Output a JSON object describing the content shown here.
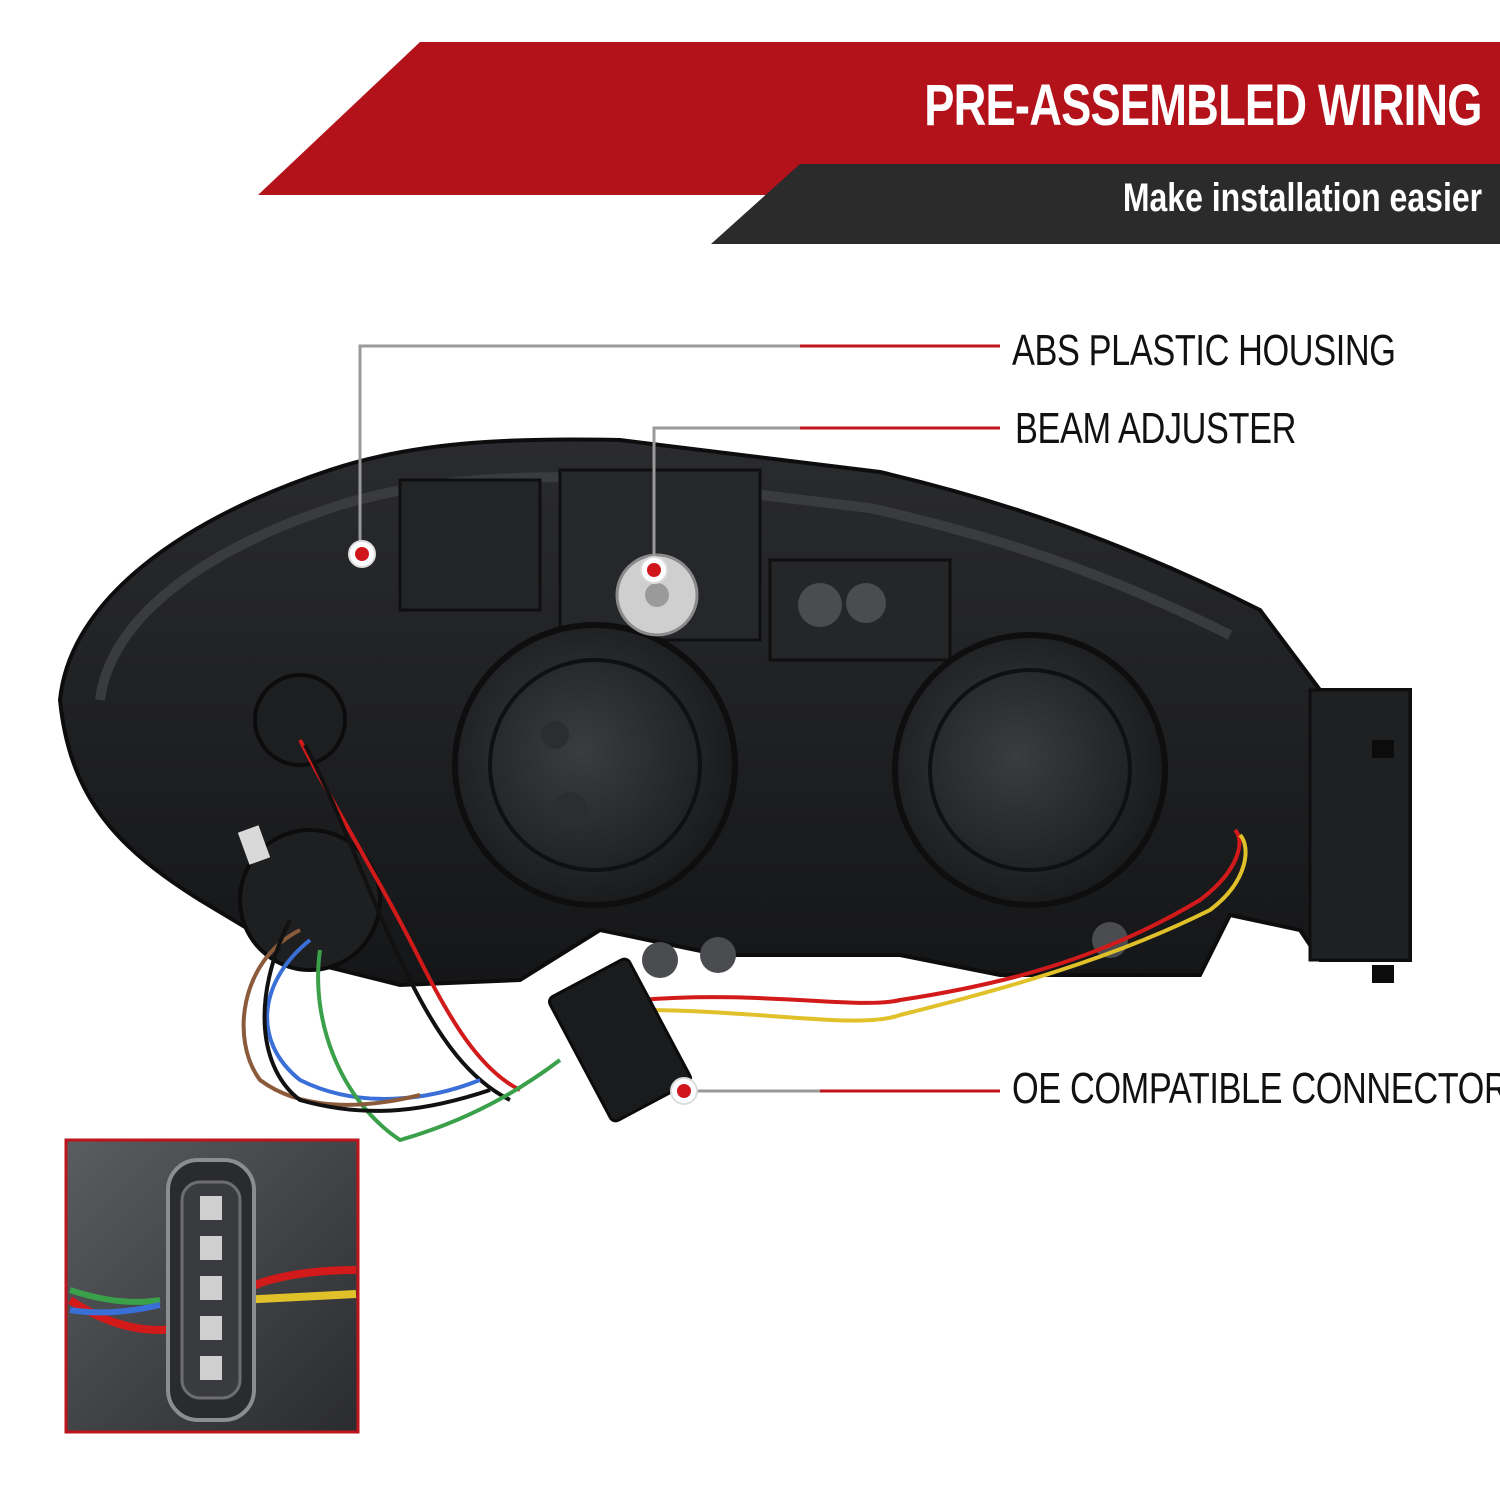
{
  "banner": {
    "title": "PRE-ASSEMBLED WIRING",
    "subtitle": "Make installation easier"
  },
  "callouts": [
    {
      "label": "ABS PLASTIC HOUSING"
    },
    {
      "label": "BEAM ADJUSTER"
    },
    {
      "label": "OE COMPATIBLE CONNECTOR"
    }
  ],
  "colors": {
    "banner_red": "#b3121a",
    "banner_dark": "#2b2b2b",
    "callout_line": "#c0141c",
    "housing_dark": "#1c1d1f"
  }
}
